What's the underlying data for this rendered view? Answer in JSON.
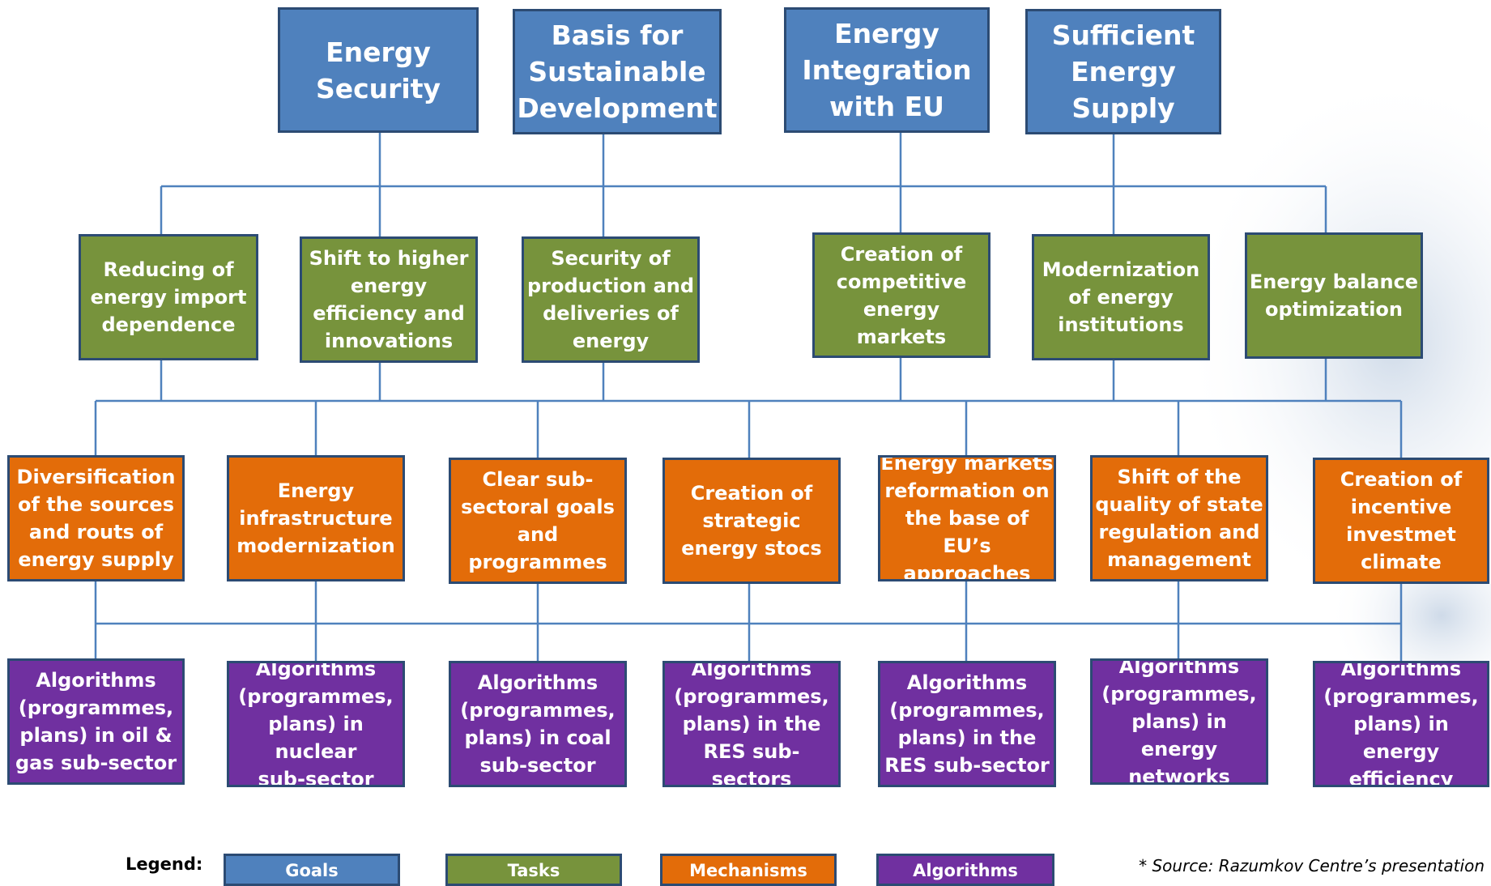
{
  "colors": {
    "goals": "#4f81bd",
    "tasks": "#77933c",
    "mechanisms": "#e36c09",
    "algorithms": "#7030a0",
    "connector": "#4f81bd",
    "border": "#2c4b73"
  },
  "goals": [
    {
      "label": "Energy\nSecurity"
    },
    {
      "label": "Basis for\nSustainable\nDevelopment"
    },
    {
      "label": "Energy\nIntegration\nwith EU"
    },
    {
      "label": "Sufficient\nEnergy\nSupply"
    }
  ],
  "tasks": [
    {
      "label": "Reducing of\nenergy import\ndependence"
    },
    {
      "label": "Shift to higher\nenergy\nefficiency and\ninnovations"
    },
    {
      "label": "Security of\nproduction and\ndeliveries of\nenergy"
    },
    {
      "label": "Creation of\ncompetitive\nenergy\nmarkets"
    },
    {
      "label": "Modernization\nof energy\ninstitutions"
    },
    {
      "label": "Energy balance\noptimization"
    }
  ],
  "mechanisms": [
    {
      "label": "Diversification\nof the sources\nand routs of\nenergy supply"
    },
    {
      "label": "Energy\ninfrastructure\nmodernization"
    },
    {
      "label": "Clear sub-\nsectoral goals\nand\nprogrammes"
    },
    {
      "label": "Creation of\nstrategic\nenergy stocs"
    },
    {
      "label": "Energy markets\nreformation on\nthe base of EU’s\napproaches"
    },
    {
      "label": "Shift of the\nquality of state\nregulation and\nmanagement"
    },
    {
      "label": "Creation of\nincentive\ninvestmet\nclimate"
    }
  ],
  "algorithms": [
    {
      "label": "Algorithms\n(programmes,\nplans) in oil &\ngas sub-sector"
    },
    {
      "label": "Algorithms\n(programmes,\nplans) in nuclear\nsub-sector"
    },
    {
      "label": "Algorithms\n(programmes,\nplans) in coal\nsub-sector"
    },
    {
      "label": "Algorithms\n(programmes,\nplans) in  the\nRES sub-sectors"
    },
    {
      "label": "Algorithms\n(programmes,\nplans) in  the\nRES sub-sector"
    },
    {
      "label": "Algorithms\n(programmes,\nplans) in energy\nnetworks"
    },
    {
      "label": "Algorithms\n(programmes,\nplans) in energy\nefficiency"
    }
  ],
  "legend": {
    "title": "Legend:",
    "items": [
      {
        "label": "Goals"
      },
      {
        "label": "Tasks"
      },
      {
        "label": "Mechanisms"
      },
      {
        "label": "Algorithms"
      }
    ]
  },
  "source": "* Source: Razumkov Centre’s presentation"
}
